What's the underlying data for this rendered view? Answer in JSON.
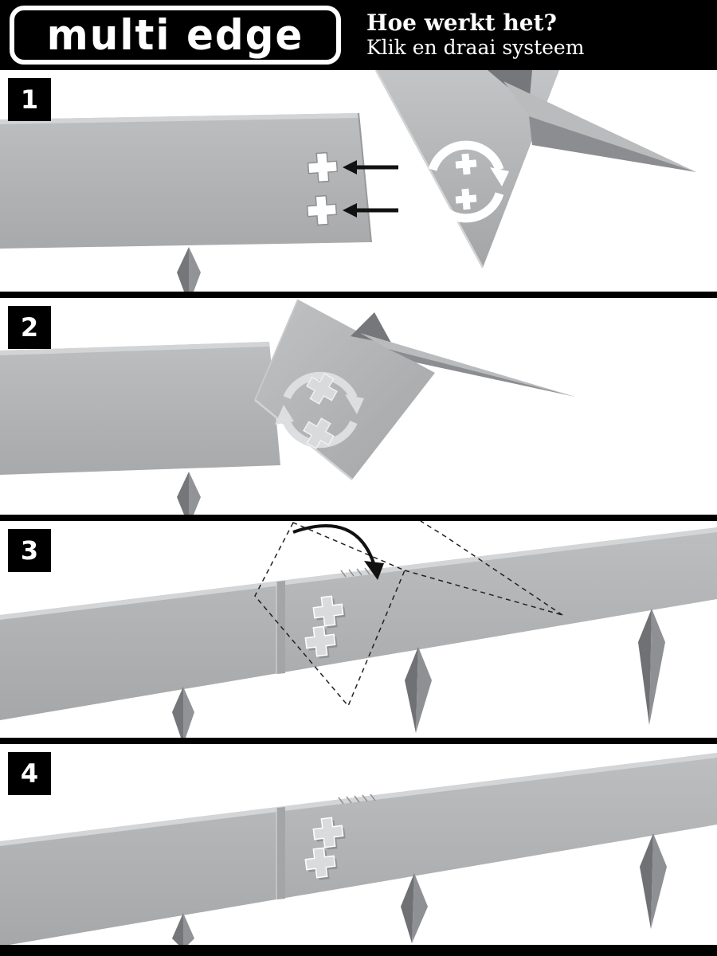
{
  "header": {
    "logo_text": "multi edge",
    "title": "Hoe werkt het?",
    "subtitle": "Klik en draai systeem"
  },
  "steps": [
    {
      "number": "1"
    },
    {
      "number": "2"
    },
    {
      "number": "3"
    },
    {
      "number": "4"
    }
  ],
  "colors": {
    "header_bg": "#000000",
    "text_on_dark": "#ffffff",
    "panel_bg": "#ffffff",
    "divider": "#000000",
    "product_gray": "#b4b6b8",
    "product_gray_dark": "#8b8d90",
    "product_gray_light": "#d2d4d6",
    "spike_dark": "#74767a",
    "arrow_black": "#111111"
  },
  "icons": {
    "rotate_icon": "two curved arrows forming a circle",
    "arrow_left_icon": "solid left-pointing arrow",
    "curved_arrow_icon": "curved rotation arrow",
    "connector_icon": "cross-shaped click connector"
  }
}
